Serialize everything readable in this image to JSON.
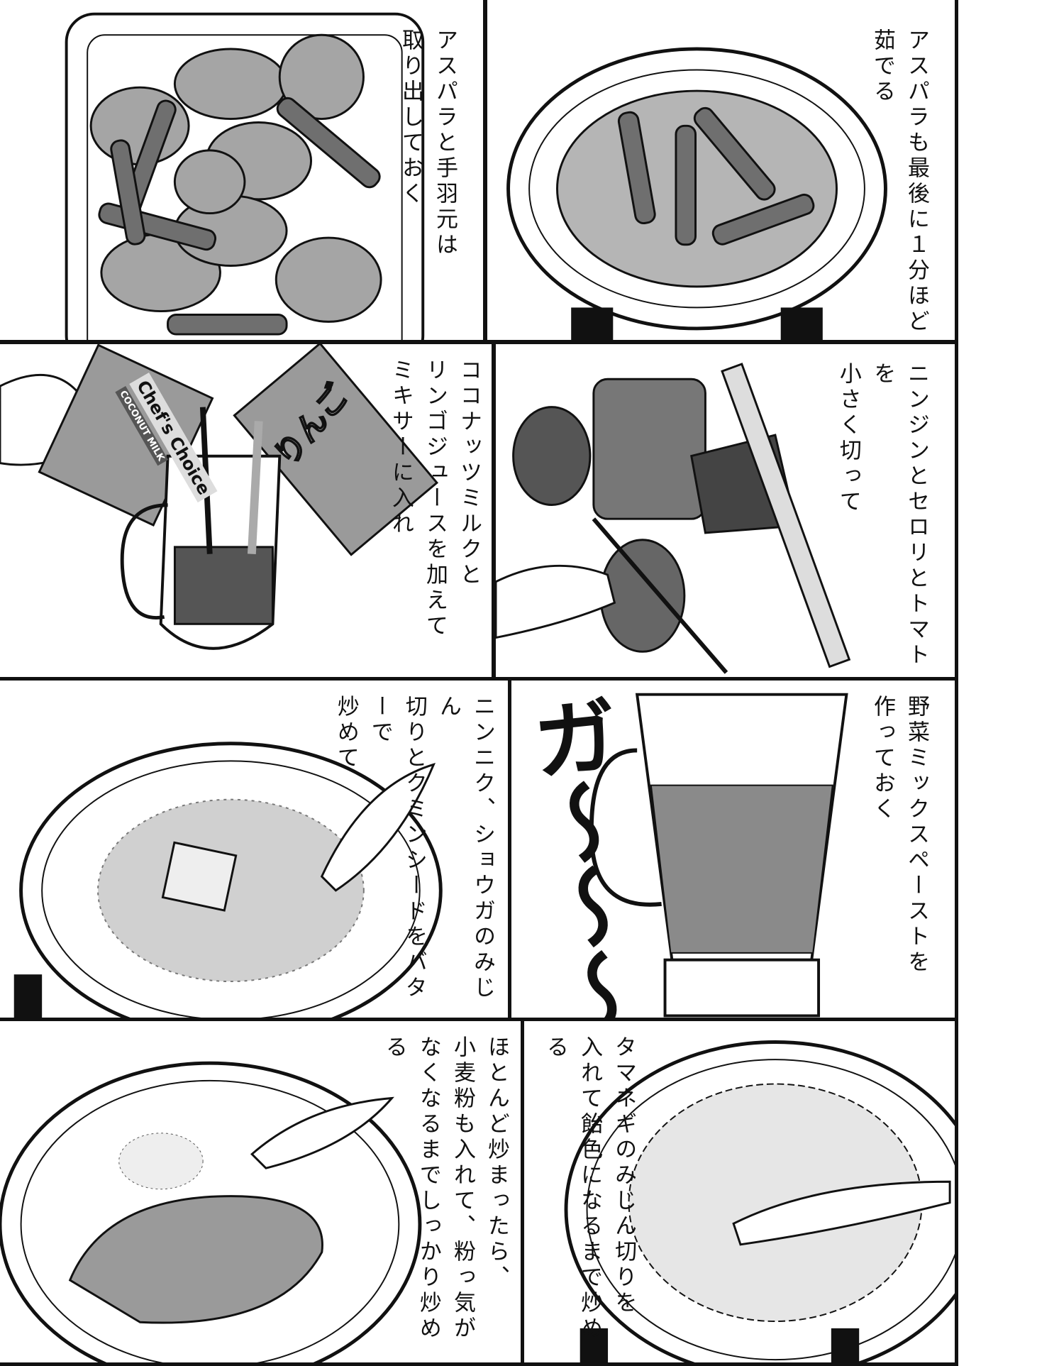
{
  "panels": [
    {
      "id": "p1",
      "caption": "アスパラと手羽元は\n取り出しておく"
    },
    {
      "id": "p2",
      "caption": "アスパラも最後に１分ほど\n茹でる"
    },
    {
      "id": "p3",
      "caption": "ココナッツミルクと\nリンゴジュースを加えて\nミキサーに入れ",
      "package_brand": "Chef's Choice",
      "package_product": "COCONUT MILK",
      "carton_label": "りんご"
    },
    {
      "id": "p4",
      "caption": "ニンジンとセロリとトマトを\n小さく切って"
    },
    {
      "id": "p5",
      "caption": "ニンニク、ショウガのみじん\n切りとクミンシードをバターで\n炒めて"
    },
    {
      "id": "p6",
      "caption": "野菜ミックスペーストを\n作っておく",
      "sfx": "ガ〜〜〜"
    },
    {
      "id": "p7",
      "caption": "ほとんど炒まったら、\n小麦粉も入れて、粉っ気が\nなくなるまでしっかり炒める"
    },
    {
      "id": "p8",
      "caption": "タマネギのみじん切りを\n入れて飴色になるまで炒める"
    }
  ],
  "colors": {
    "ink": "#111111",
    "screentone": "#9a9a9a",
    "paper": "#ffffff"
  }
}
